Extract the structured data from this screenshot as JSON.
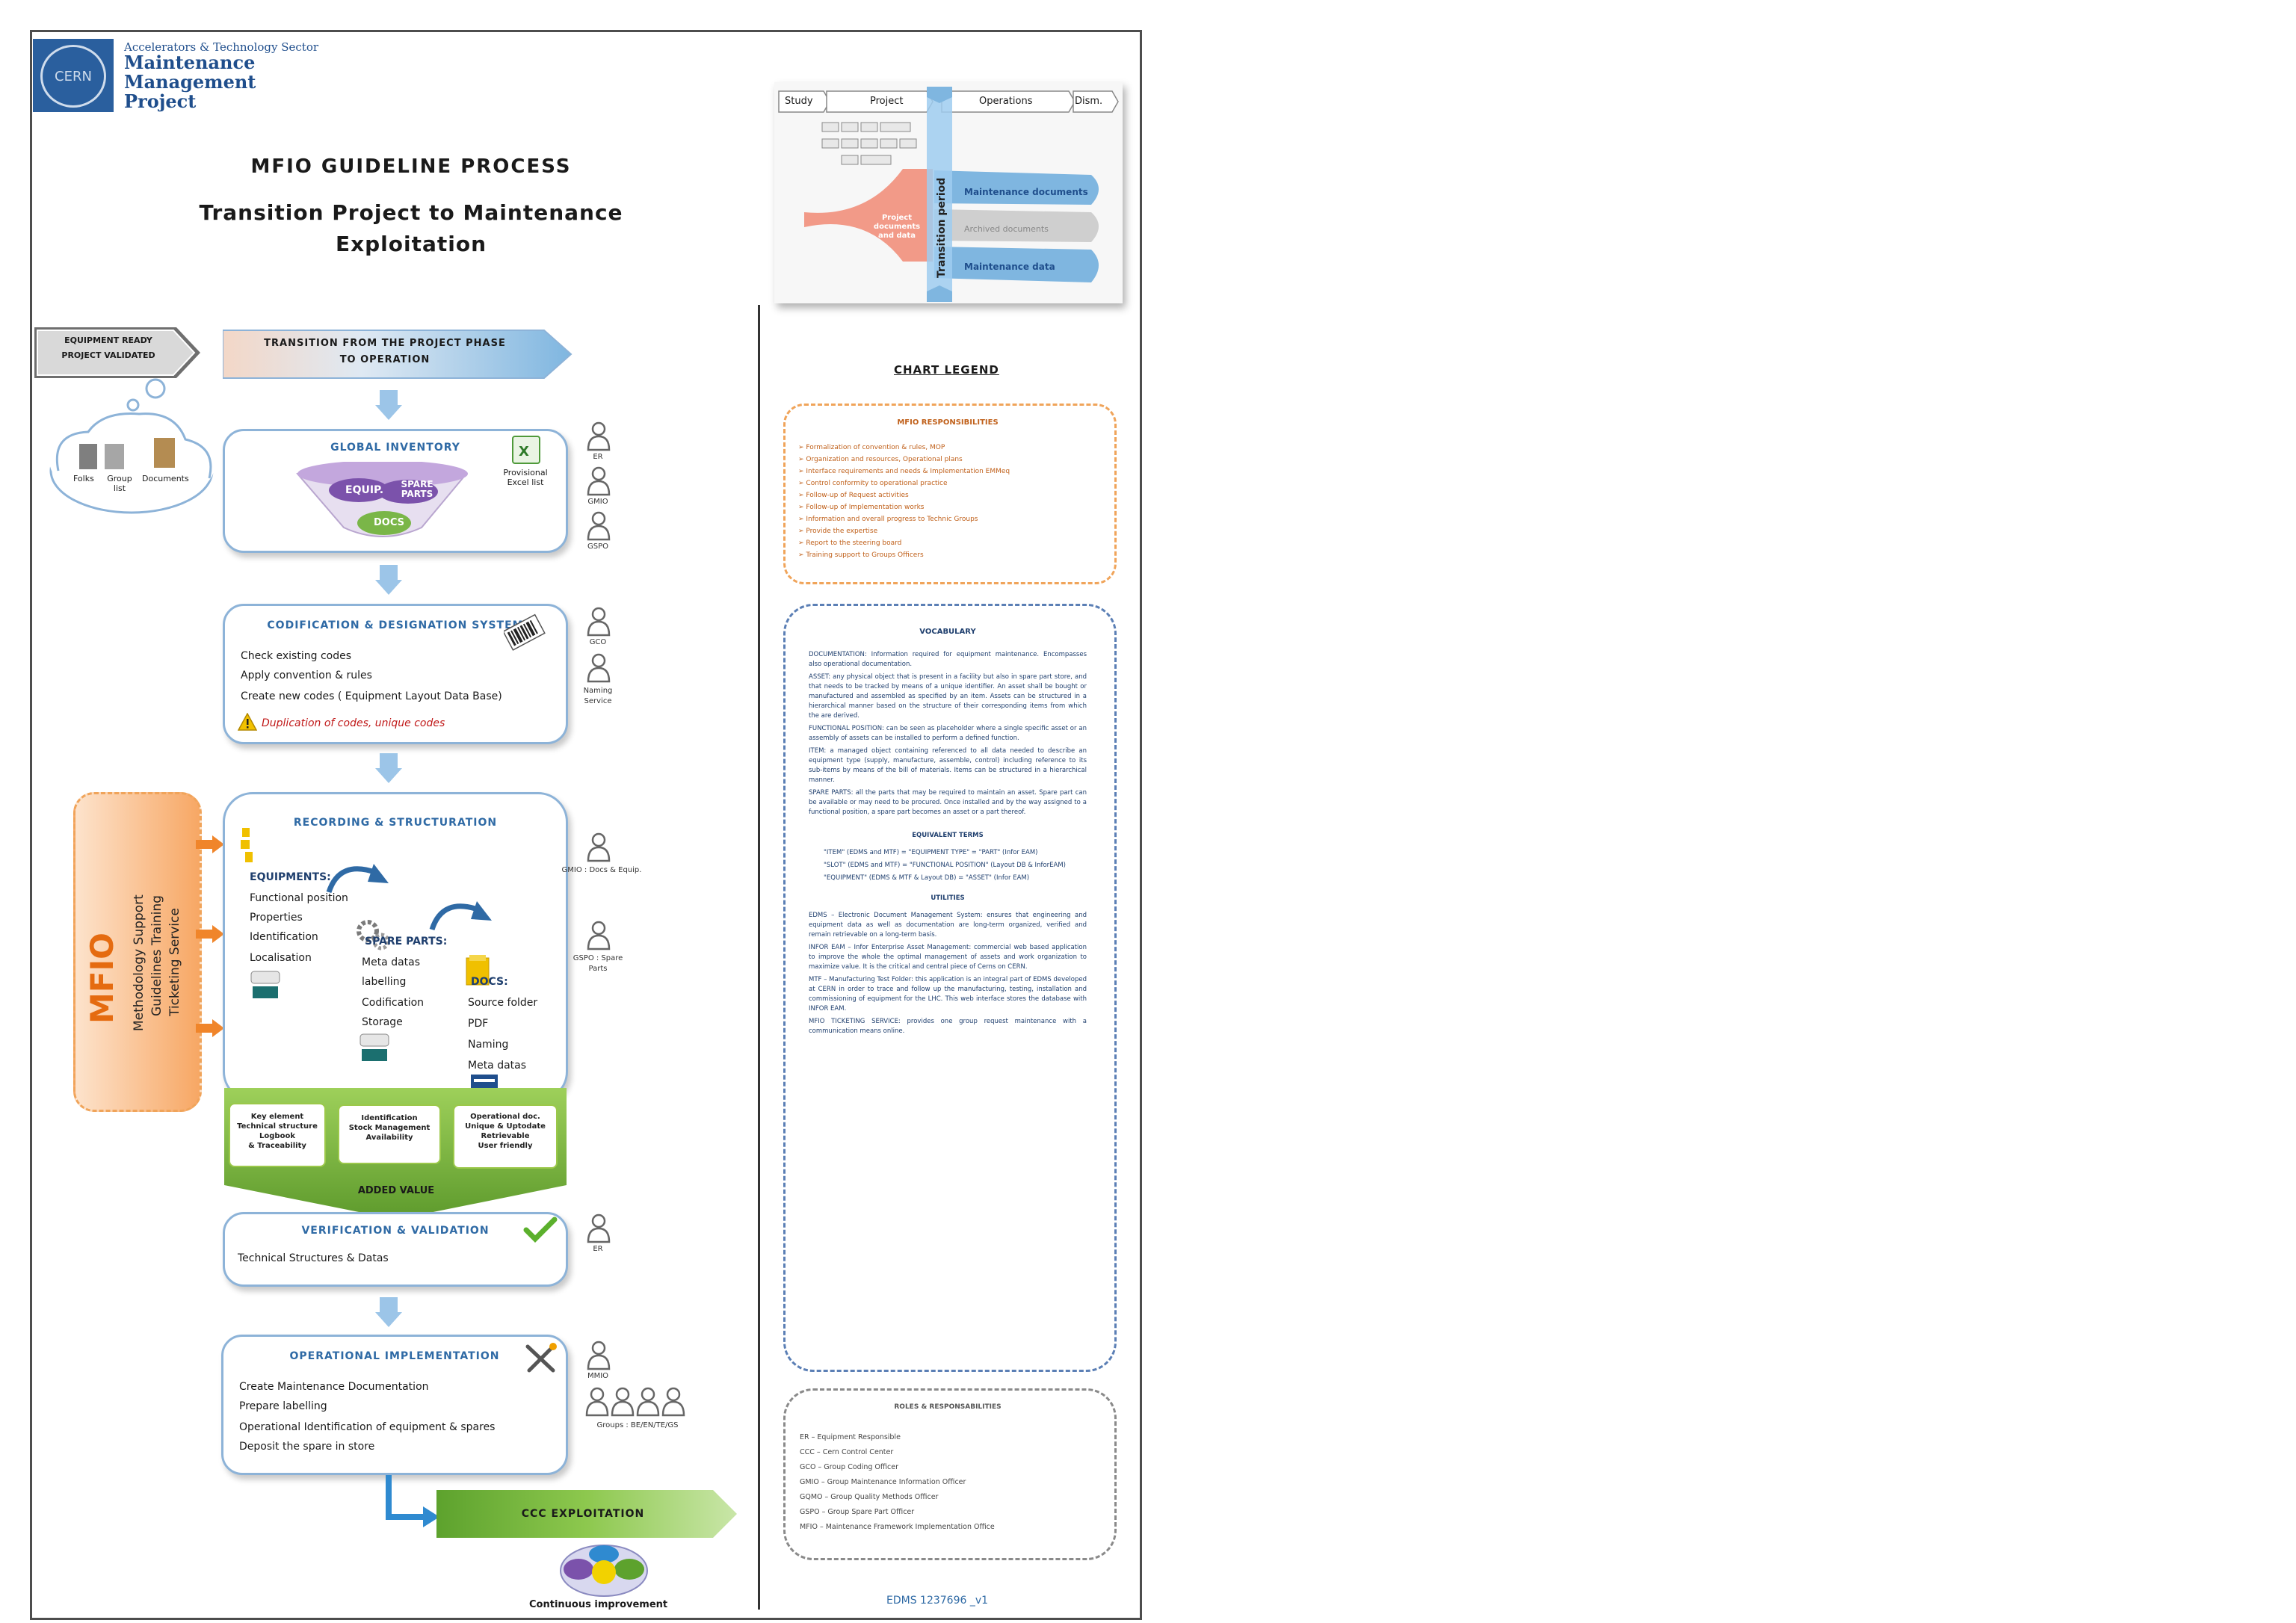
{
  "header": {
    "logo_text": "CERN",
    "sector": "Accelerators & Technology Sector",
    "project_line1": "Maintenance",
    "project_line2": "Management",
    "project_line3": "Project",
    "main_title": "MFIO GUIDELINE PROCESS",
    "subtitle_line1": "Transition Project to Maintenance",
    "subtitle_line2": "Exploitation"
  },
  "top_flow": {
    "ready_line1": "EQUIPMENT READY",
    "ready_line2": "PROJECT VALIDATED",
    "transition_line1": "TRANSITION FROM THE PROJECT PHASE",
    "transition_line2": "TO OPERATION"
  },
  "cloud": {
    "labels": [
      "Folks",
      "Group list",
      "Documents"
    ]
  },
  "global_inventory": {
    "title": "GLOBAL INVENTORY",
    "equip": "EQUIP.",
    "spare": "SPARE PARTS",
    "docs": "DOCS",
    "excel_label": "Provisional Excel list",
    "roles": [
      "ER",
      "GMIO",
      "GSPO"
    ]
  },
  "codification": {
    "title": "CODIFICATION & DESIGNATION SYSTEM",
    "lines": [
      "Check existing codes",
      "Apply convention & rules",
      "Create new codes ( Equipment Layout Data Base)"
    ],
    "warning": "Duplication of codes, unique codes",
    "roles": [
      "GCO",
      "Naming Service"
    ]
  },
  "recording": {
    "title": "RECORDING & STRUCTURATION",
    "equipments_title": "EQUIPMENTS:",
    "equipments": [
      "Functional position",
      "Properties",
      "Identification",
      "Localisation"
    ],
    "spare_title": "SPARE PARTS:",
    "spare": [
      "Meta datas",
      "labelling",
      "Codification",
      "Storage"
    ],
    "docs_title": "DOCS:",
    "docs": [
      "Source folder",
      "PDF",
      "Naming",
      "Meta datas"
    ],
    "roles": [
      "GMIO : Docs & Equip.",
      "GSPO : Spare Parts"
    ]
  },
  "mfio_side": {
    "title": "MFIO",
    "lines": [
      "Methodology Support",
      "Guidelines Training",
      "Ticketing Service"
    ]
  },
  "added_value": {
    "label": "ADDED VALUE",
    "cells": [
      [
        "Key element",
        "Technical structure",
        "Logbook",
        "& Traceability"
      ],
      [
        "Identification",
        "Stock Management",
        "Availability"
      ],
      [
        "Operational doc.",
        "Unique & Uptodate",
        "Retrievable",
        "User friendly"
      ]
    ]
  },
  "verification": {
    "title": "VERIFICATION & VALIDATION",
    "line": "Technical Structures & Datas",
    "roles": [
      "ER"
    ]
  },
  "operational": {
    "title": "OPERATIONAL IMPLEMENTATION",
    "lines": [
      "Create Maintenance Documentation",
      "Prepare labelling",
      "Operational Identification of equipment & spares",
      "Deposit the spare in store"
    ],
    "roles": [
      "MMIO",
      "Groups : BE/EN/TE/GS"
    ]
  },
  "ccc": {
    "label": "CCC EXPLOITATION",
    "improvement": "Continuous improvement"
  },
  "lifecycle": {
    "phases": [
      "Study",
      "Project",
      "Operations",
      "Dism."
    ],
    "transition": "Transition period",
    "project_docs": "Project documents and data",
    "maint_docs": "Maintenance documents",
    "archived": "Archived documents",
    "maint_data": "Maintenance data"
  },
  "legend": {
    "title": "CHART LEGEND",
    "mfio_title": "MFIO RESPONSIBILITIES",
    "mfio_items": [
      "Formalization of convention & rules, MOP",
      "Organization and resources, Operational plans",
      "Interface requirements and needs & Implementation EMMeq",
      "Control conformity to operational practice",
      "Follow-up of Request activities",
      "Follow-up of Implementation works",
      "Information and overall progress to Technic Groups",
      "Provide the expertise",
      "Report to the steering board",
      "Training support to Groups Officers"
    ],
    "vocab_title": "VOCABULARY",
    "vocab": [
      "DOCUMENTATION: Information required for equipment maintenance. Encompasses also operational documentation.",
      "ASSET: any physical object that is present in a facility but also in spare part store, and that needs to be tracked by means of a unique identifier. An asset shall be bought or manufactured and assembled as specified by an item. Assets can be structured in a hierarchical manner based on the structure of their corresponding items from which the are derived.",
      "FUNCTIONAL POSITION: can be seen as placeholder where a single specific asset or an assembly of assets can be installed to perform a defined function.",
      "ITEM: a managed object containing referenced to all data needed to describe an equipment type (supply, manufacture, assemble, control) including reference to its sub-items by means of the bill of materials. Items can be structured in a hierarchical manner.",
      "SPARE PARTS: all the parts that may be required to maintain an asset. Spare part can be available or may need to be procured. Once installed and by the way assigned to a functional position, a spare part becomes an asset or a part thereof.",
      "EQUIVALENT TERMS",
      "\"ITEM\" (EDMS and MTF) = \"EQUIPMENT TYPE\" = \"PART\" (Infor EAM)",
      "\"SLOT\" (EDMS and MTF) = \"FUNCTIONAL POSITION\" (Layout DB & InforEAM)",
      "\"EQUIPMENT\" (EDMS & MTF & Layout DB) = \"ASSET\" (Infor EAM)",
      "UTILITIES",
      "EDMS – Electronic Document Management System: ensures that engineering and equipment data as well as documentation are long-term organized, verified and remain retrievable on a long-term basis.",
      "INFOR EAM – Infor Enterprise Asset Management: commercial web based application to improve the whole the optimal management of assets and work organization to maximize value. It is the critical and central piece of Cerns on CERN.",
      "MTF – Manufacturing Test Folder: this application is an integral part of EDMS developed at CERN in order to trace and follow up the manufacturing, testing, installation and commissioning of equipment for the LHC. This web interface stores the database with INFOR EAM.",
      "MFIO TICKETING SERVICE: provides one group request maintenance with a communication means online."
    ],
    "roles_title": "ROLES & RESPONSABILITIES",
    "roles": [
      "ER – Equipment Responsible",
      "CCC – Cern Control Center",
      "GCO – Group Coding Officer",
      "GMIO – Group Maintenance Information Officer",
      "GQMO – Group Quality Methods Officer",
      "GSPO – Group Spare Part Officer",
      "MFIO – Maintenance Framework Implementation Office"
    ],
    "edms_ref": "EDMS 1237696 _v1"
  },
  "colors": {
    "primary_blue": "#2f6aa5",
    "box_border": "#8db3d8",
    "green_arrow": "#7ab648",
    "orange": "#f0a45a",
    "gray": "#6d6d6d"
  }
}
